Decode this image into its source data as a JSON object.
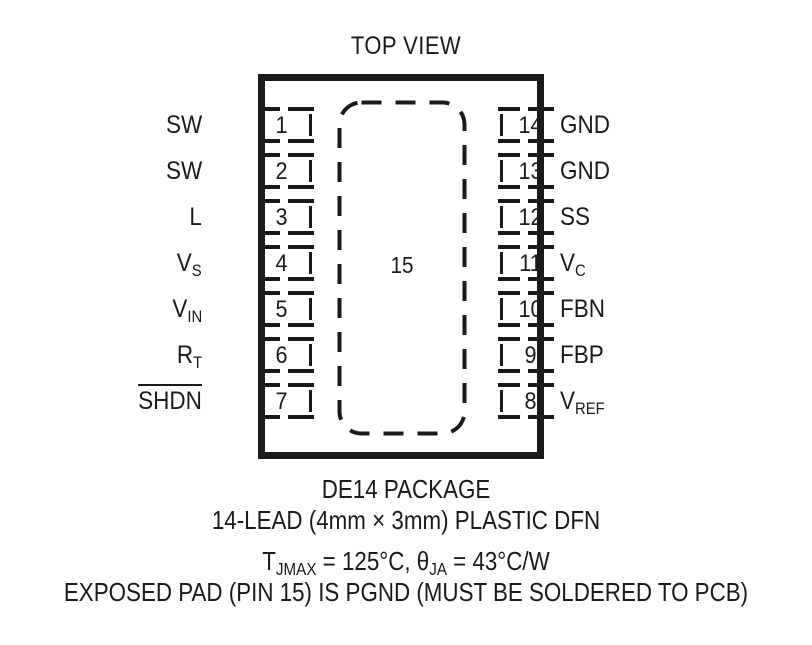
{
  "title": "TOP VIEW",
  "package": {
    "exposed_pad_number": "15"
  },
  "pins": {
    "left": [
      {
        "number": "1",
        "label": "SW",
        "sub": "",
        "overline": false
      },
      {
        "number": "2",
        "label": "SW",
        "sub": "",
        "overline": false
      },
      {
        "number": "3",
        "label": "L",
        "sub": "",
        "overline": false
      },
      {
        "number": "4",
        "label": "V",
        "sub": "S",
        "overline": false
      },
      {
        "number": "5",
        "label": "V",
        "sub": "IN",
        "overline": false
      },
      {
        "number": "6",
        "label": "R",
        "sub": "T",
        "overline": false
      },
      {
        "number": "7",
        "label": "SHDN",
        "sub": "",
        "overline": true
      }
    ],
    "right": [
      {
        "number": "14",
        "label": "GND",
        "sub": "",
        "overline": false
      },
      {
        "number": "13",
        "label": "GND",
        "sub": "",
        "overline": false
      },
      {
        "number": "12",
        "label": "SS",
        "sub": "",
        "overline": false
      },
      {
        "number": "11",
        "label": "V",
        "sub": "C",
        "overline": false
      },
      {
        "number": "10",
        "label": "FBN",
        "sub": "",
        "overline": false
      },
      {
        "number": "9",
        "label": "FBP",
        "sub": "",
        "overline": false
      },
      {
        "number": "8",
        "label": "V",
        "sub": "REF",
        "overline": false
      }
    ]
  },
  "caption": {
    "package_name": "DE14 PACKAGE",
    "lead_description": "14-LEAD (4mm × 3mm) PLASTIC DFN",
    "thermal": {
      "tj_prefix": "T",
      "tj_sub": "JMAX",
      "tj_value": " = 125°C, ",
      "theta_prefix": "θ",
      "theta_sub": "JA",
      "theta_value": " = 43°C/W"
    },
    "exposed_pad_note": "EXPOSED PAD (PIN 15) IS PGND (MUST BE SOLDERED TO PCB)"
  },
  "colors": {
    "ink": "#1a1a1a",
    "background": "#ffffff"
  }
}
